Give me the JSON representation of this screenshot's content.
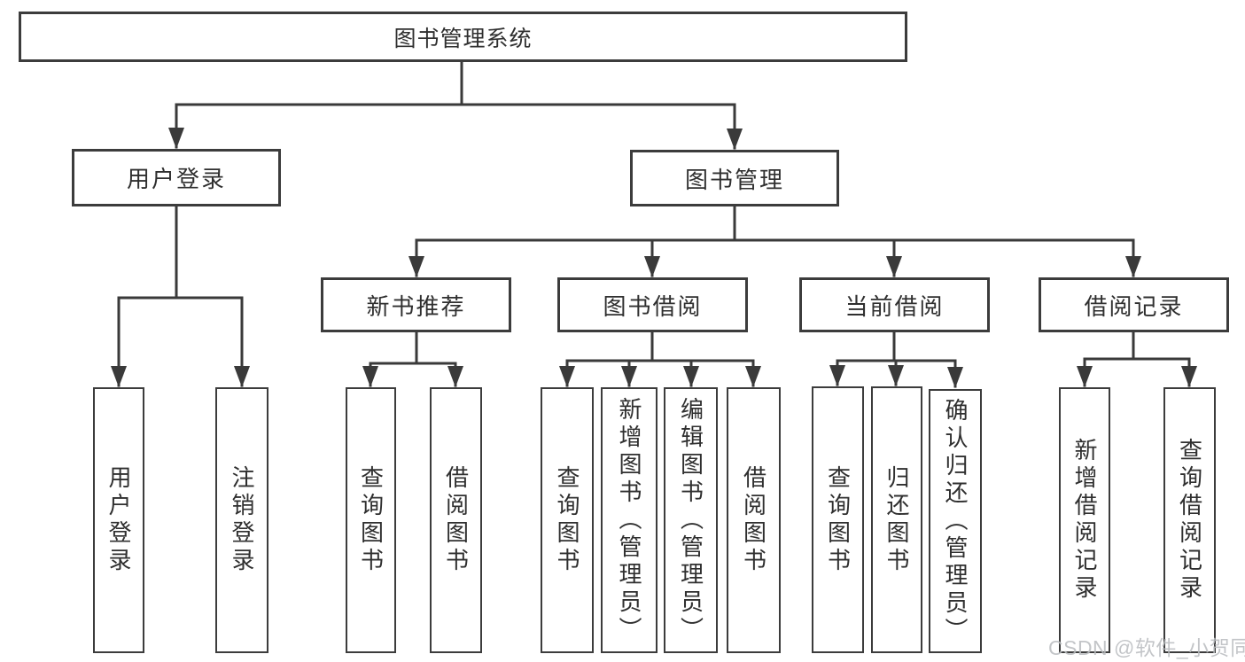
{
  "diagram": {
    "type": "hierarchy-tree",
    "tree": {
      "label": "图书管理系统",
      "children": [
        {
          "label": "用户登录",
          "children": [
            {
              "label": "用户登录"
            },
            {
              "label": "注销登录"
            }
          ]
        },
        {
          "label": "图书管理",
          "children": [
            {
              "label": "新书推荐",
              "children": [
                {
                  "label": "查询图书"
                },
                {
                  "label": "借阅图书"
                }
              ]
            },
            {
              "label": "图书借阅",
              "children": [
                {
                  "label": "查询图书"
                },
                {
                  "label": "新增图书（管理员）"
                },
                {
                  "label": "编辑图书（管理员）"
                },
                {
                  "label": "借阅图书"
                }
              ]
            },
            {
              "label": "当前借阅",
              "children": [
                {
                  "label": "查询图书"
                },
                {
                  "label": "归还图书"
                },
                {
                  "label": "确认归还（管理员）"
                }
              ]
            },
            {
              "label": "借阅记录",
              "children": [
                {
                  "label": "新增借阅记录"
                },
                {
                  "label": "查询借阅记录"
                }
              ]
            }
          ]
        }
      ]
    }
  },
  "watermark": {
    "text": "CSDN @软件_小贺同学"
  },
  "colors": {
    "line": "#3a3a3a",
    "box_border": "#3c3c3c",
    "text": "#2f2f2f",
    "background": "#ffffff",
    "watermark": "#b9bcbf"
  }
}
